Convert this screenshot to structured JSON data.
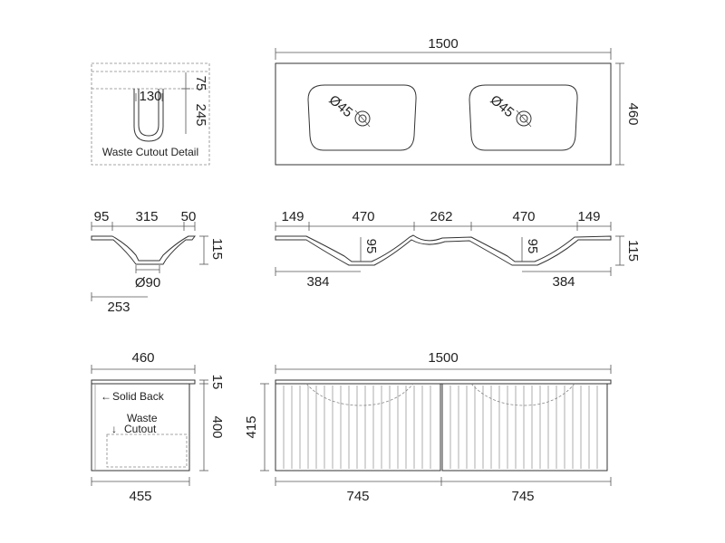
{
  "waste_detail": {
    "title": "Waste Cutout Detail",
    "width": "130",
    "h_top": "75",
    "h_depth": "245"
  },
  "top_view": {
    "width": "1500",
    "depth": "460",
    "hole_left": "Ø45",
    "hole_right": "Ø45"
  },
  "side_section": {
    "a": "95",
    "b": "315",
    "c": "50",
    "height": "115",
    "waste_dia": "Ø90",
    "offset": "253"
  },
  "front_section": {
    "s1": "149",
    "s2": "470",
    "s3": "262",
    "s4": "470",
    "s5": "149",
    "bowl_left": "95",
    "bowl_right": "95",
    "height": "115",
    "waste_left": "384",
    "waste_right": "384"
  },
  "cabinet_side": {
    "top_width": "460",
    "top_thick": "15",
    "height": "400",
    "bottom_width": "455",
    "solid_back": "Solid Back",
    "waste": "Waste",
    "cutout": "Cutout"
  },
  "cabinet_front": {
    "width": "1500",
    "height": "415",
    "left_door": "745",
    "right_door": "745"
  }
}
